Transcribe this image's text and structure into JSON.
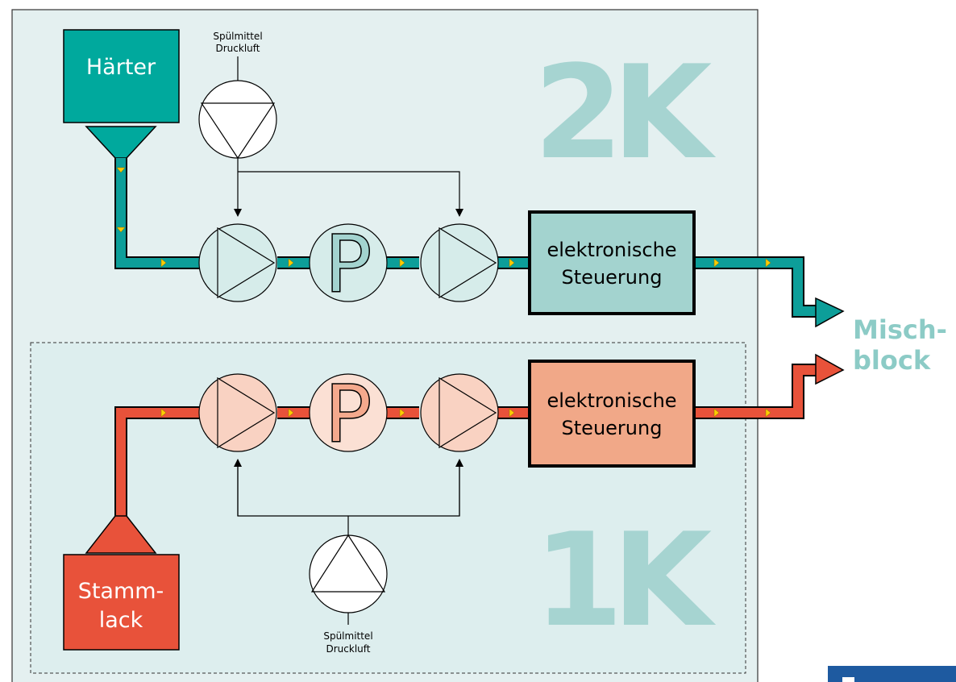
{
  "colors": {
    "panel_bg": "#e4f0f0",
    "inner_panel_bg": "#ddeeee",
    "teal": "#00a99d",
    "teal_pipe": "#0d9e99",
    "teal_light": "#d6ecea",
    "teal_ctrl": "#a3d3cf",
    "big_label": "#a6d4d1",
    "red": "#e8523a",
    "red_light": "#f9d2c2",
    "red_ctrl": "#f1a888",
    "red_pump_p": "#fbe0d4",
    "p_fill_teal": "#a3d3cf",
    "p_fill_red": "#f4a98d",
    "arrow_marker": "#ffcc00",
    "mischblock": "#8ccbc6",
    "blue_corner": "#1e5aa0"
  },
  "top": {
    "tank_label": "Härter",
    "flush_label_line1": "Spülmittel",
    "flush_label_line2": "Druckluft",
    "pump_letter": "P",
    "control_line1": "elektronische",
    "control_line2": "Steuerung",
    "big_label": "2K"
  },
  "bottom": {
    "tank_label_line1": "Stamm-",
    "tank_label_line2": "lack",
    "flush_label_line1": "Spülmittel",
    "flush_label_line2": "Druckluft",
    "pump_letter": "P",
    "control_line1": "elektronische",
    "control_line2": "Steuerung",
    "big_label": "1K"
  },
  "output": {
    "line1": "Misch-",
    "line2": "block"
  }
}
